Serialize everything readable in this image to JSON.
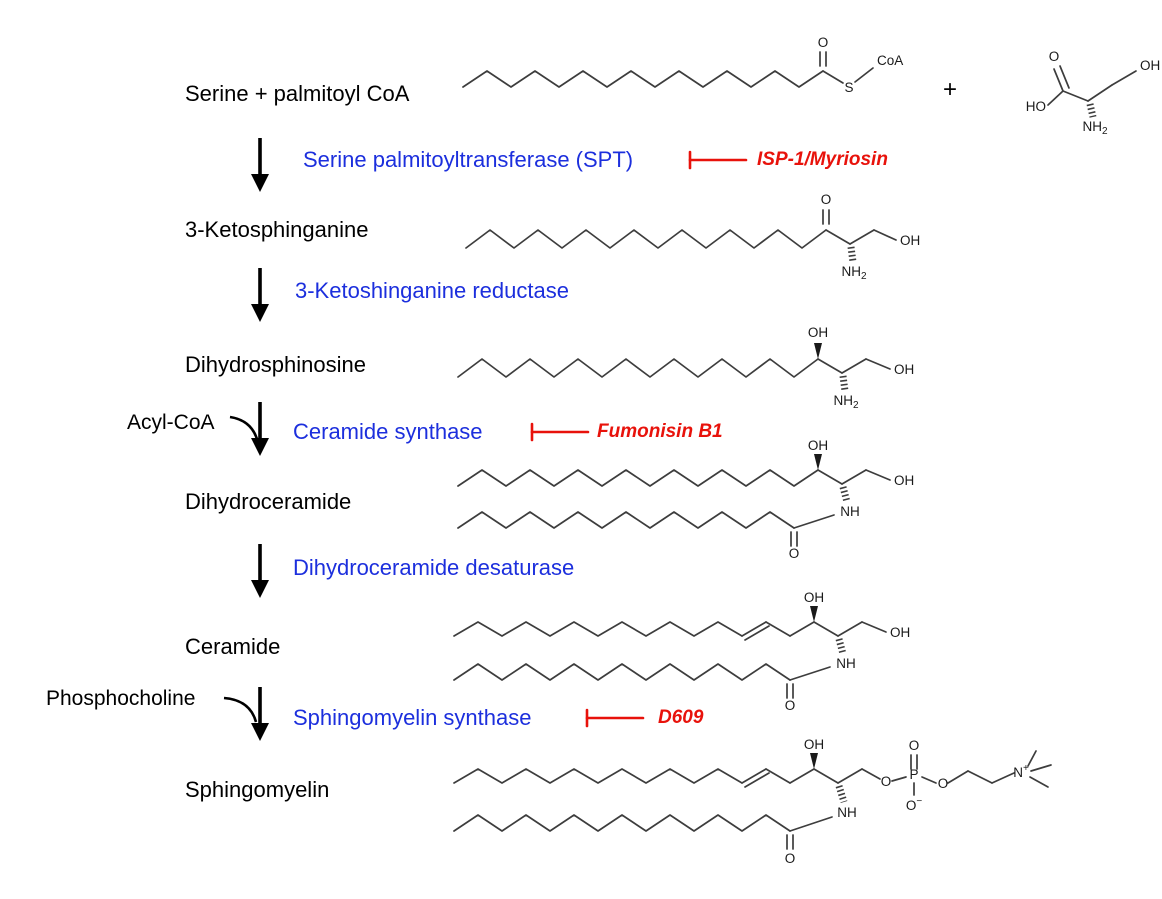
{
  "colors": {
    "enzyme": "#1c2fdd",
    "inhibitor": "#e8120b",
    "compound": "#000000",
    "structure": "#3d3d3d"
  },
  "compounds": {
    "serine_palmitoyl_coa": "Serine + palmitoyl CoA",
    "ketosphinganine": "3-Ketosphinganine",
    "dihydrosphinosine": "Dihydrosphinosine",
    "dihydroceramide": "Dihydroceramide",
    "ceramide": "Ceramide",
    "sphingomyelin": "Sphingomyelin"
  },
  "enzymes": {
    "spt": "Serine palmitoyltransferase (SPT)",
    "reductase": "3-Ketoshinganine reductase",
    "ceramide_synthase": "Ceramide synthase",
    "desaturase": "Dihydroceramide desaturase",
    "sm_synthase": "Sphingomyelin synthase"
  },
  "inhibitors": {
    "isp1": "ISP-1/Myriosin",
    "fumonisin": "Fumonisin B1",
    "d609": "D609"
  },
  "cofactors": {
    "acyl_coa": "Acyl-CoA",
    "phosphocholine": "Phosphocholine"
  },
  "atoms": {
    "o": "O",
    "s": "S",
    "coa": "CoA",
    "plus": "+",
    "ho": "HO",
    "oh": "OH",
    "nh": "NH",
    "n": "N",
    "p": "P",
    "sub2": "2",
    "sup_minus": "−",
    "sup_plus": "+"
  }
}
